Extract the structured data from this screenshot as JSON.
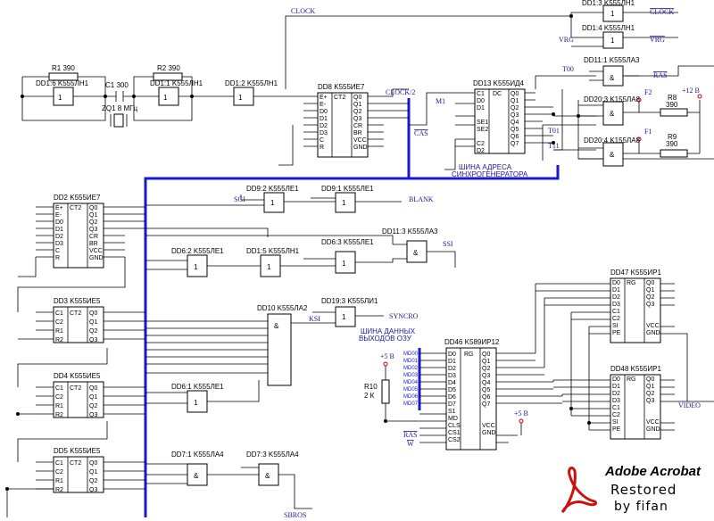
{
  "signals": {
    "clock": "CLOCK",
    "clock_bar": "CLOCK",
    "clock2": "CLOCK/2",
    "m1": "M1",
    "cas": "CAS",
    "vrg": "VRG",
    "vrg_bar": "VRG",
    "ras_bar": "RAS",
    "t00": "T00",
    "t01": "T01",
    "t11": "T11",
    "sgi": "SGI",
    "blank": "BLANK",
    "ssi": "SSI",
    "ksi": "KSI",
    "syncro": "SYNCRO",
    "video": "VIDEO",
    "sbros": "SBROS",
    "ras": "RAS",
    "w": "W",
    "f1": "F1",
    "f2": "F2",
    "plus12": "+12 В",
    "plus5a": "+5 В",
    "plus5b": "+5 В"
  },
  "bus_labels": {
    "addr_line1": "ШИНА АДРЕСА",
    "addr_line2": "СИНХРОГЕНЕРАТОРА",
    "data_line1": "ШИНА ДАННЫХ",
    "data_line2": "ВЫХОДОВ ОЗУ",
    "md": [
      "MD00",
      "MD01",
      "MD02",
      "MD03",
      "MD04",
      "MD05",
      "MD06",
      "MD07"
    ]
  },
  "components": {
    "r1": "R1 390",
    "r2": "R2 390",
    "c1": "C1 300",
    "zq1": "ZQ1 8 МГц",
    "r8": "R8",
    "r8v": "390",
    "r9": "R9",
    "r9v": "390",
    "r10": "R10",
    "r10v": "2 К"
  },
  "chips": {
    "dd1_6": "DD1:6  K555ЛН1",
    "dd1_1": "DD1:1  K555ЛН1",
    "dd1_2": "DD1:2  K555ЛН1",
    "dd1_3": "DD1:3  K555ЛН1",
    "dd1_4": "DD1:4  K555ЛН1",
    "dd8": "DD8  K555ИЕ7",
    "dd13": "DD13  K555ИД4",
    "dd11_1": "DD11:1  K555ЛА3",
    "dd20_3": "DD20:3 K155ЛА8",
    "dd20_4": "DD20:4 K155ЛА8",
    "dd2": "DD2  K555ИЕ7",
    "dd9_2": "DD9:2  K555ЛЕ1",
    "dd9_1": "DD9:1  K555ЛЕ1",
    "dd6_2": "DD6:2  K555ЛЕ1",
    "dd1_5": "DD1:5  K555ЛН1",
    "dd6_3": "DD6:3  K555ЛЕ1",
    "dd11_3": "DD11:3  K555ЛА3",
    "dd3": "DD3  K555ИЕ5",
    "dd10": "DD10  K555ЛА2",
    "dd19_3": "DD19:3 K555ЛИ1",
    "dd4": "DD4  K555ИЕ5",
    "dd6_1": "DD6:1  K555ЛЕ1",
    "dd5": "DD5  K555ИЕ5",
    "dd7_1": "DD7:1  K555ЛА4",
    "dd7_3": "DD7:3  K555ЛА4",
    "dd46": "DD46  K589ИР12",
    "dd47": "DD47  K555ИР1",
    "dd48": "DD48  K555ИР1"
  },
  "internals": {
    "ie7": [
      "E+",
      "E-",
      "D0",
      "D1",
      "D2",
      "D3",
      "C",
      "R"
    ],
    "ie7_out": [
      "Q0",
      "Q1",
      "Q2",
      "Q3",
      "CR",
      "BR",
      "VCC",
      "GND"
    ],
    "ct2": "CT2",
    "ie5": [
      "C1",
      "C2",
      "R1",
      "R2"
    ],
    "ie5_out": [
      "Q0",
      "Q1",
      "Q2",
      "Q3"
    ],
    "id4": [
      "C1",
      "D0",
      "D1",
      "",
      "SE1",
      "SE2",
      "",
      "C2",
      "D2"
    ],
    "id4_out": [
      "Q0",
      "Q1",
      "Q2",
      "Q3",
      "Q4",
      "Q5",
      "Q6",
      "Q7"
    ],
    "dc": "DC",
    "ir12": [
      "D0",
      "D1",
      "D2",
      "D3",
      "D4",
      "D5",
      "D6",
      "D7",
      "S1",
      "MD",
      "CLS",
      "CS1",
      "CS2"
    ],
    "ir12_out": [
      "Q0",
      "Q1",
      "Q2",
      "Q3",
      "Q4",
      "Q5",
      "Q6",
      "Q7",
      "",
      "",
      "VCC",
      "GND"
    ],
    "rg": "RG",
    "ir1": [
      "D0",
      "D1",
      "D2",
      "D3",
      "C1",
      "C2",
      "SI",
      "PE"
    ],
    "ir1_out": [
      "Q0",
      "Q1",
      "Q2",
      "Q3",
      "",
      "",
      "VCC",
      "GND"
    ],
    "and": "&",
    "one": "1"
  },
  "watermark": {
    "brand": "Adobe Acrobat",
    "line2": "Restored",
    "line3": "by fifan"
  }
}
